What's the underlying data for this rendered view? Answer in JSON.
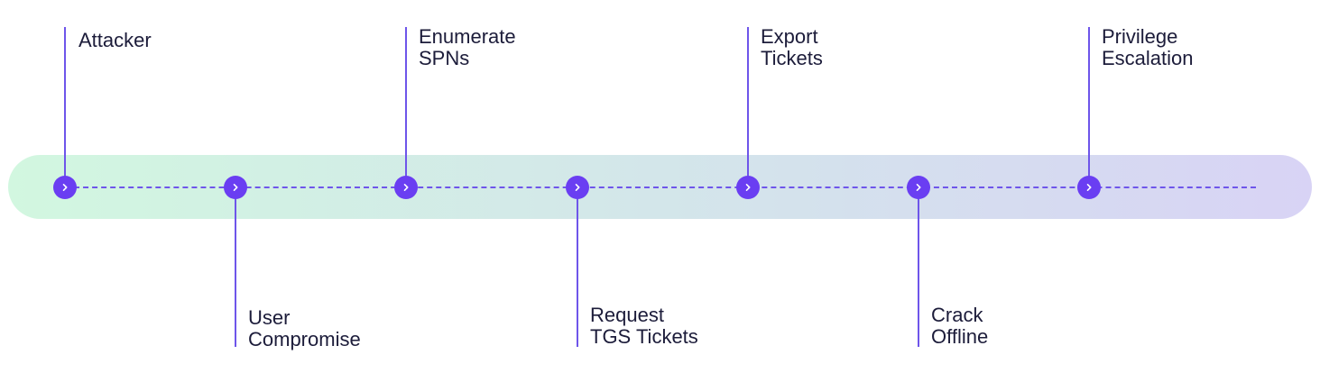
{
  "colors": {
    "accent": "#6a3ef2",
    "line": "#6e55ea",
    "text": "#1c1c3a",
    "track_start": "#d2f7e0",
    "track_end": "#d8d3f5"
  },
  "steps": [
    {
      "lines": [
        "Attacker"
      ],
      "icon": "chevron-right-icon"
    },
    {
      "lines": [
        "User",
        "Compromise"
      ],
      "icon": "chevron-right-icon"
    },
    {
      "lines": [
        "Enumerate",
        "SPNs"
      ],
      "icon": "chevron-right-icon"
    },
    {
      "lines": [
        "Request",
        "TGS Tickets"
      ],
      "icon": "chevron-right-icon"
    },
    {
      "lines": [
        "Export",
        "Tickets"
      ],
      "icon": "chevron-right-icon"
    },
    {
      "lines": [
        "Crack",
        "Offline"
      ],
      "icon": "chevron-right-icon"
    },
    {
      "lines": [
        "Privilege",
        "Escalation"
      ],
      "icon": "chevron-right-icon"
    }
  ]
}
